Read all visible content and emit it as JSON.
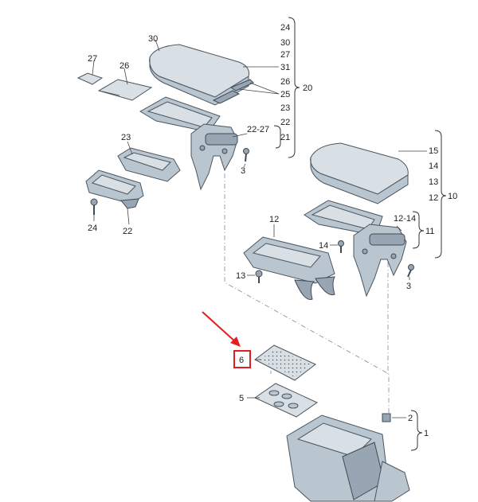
{
  "labels": {
    "p24a": "24",
    "p30a": "30",
    "p27a": "27",
    "p31": "31",
    "p26a": "26",
    "p25a": "25",
    "p23a": "23",
    "p22a": "22",
    "p21": "21",
    "g20": "20",
    "p2227": "22-27",
    "p30b": "30",
    "p27b": "27",
    "p26b": "26",
    "p23b": "23",
    "p3a": "3",
    "p24b": "24",
    "p22b": "22",
    "p15": "15",
    "p14a": "14",
    "p13a": "13",
    "p12a": "12",
    "g10": "10",
    "p1214": "12-14",
    "g11": "11",
    "p12b": "12",
    "p14b": "14",
    "p13b": "13",
    "p3b": "3",
    "p6": "6",
    "p5": "5",
    "p2": "2",
    "p1": "1"
  },
  "highlight": {
    "part": "6",
    "color": "#e02020"
  },
  "colors": {
    "part_fill": "#b9c6d0",
    "outline": "#4a5560",
    "accent_arrow": "#e02020"
  }
}
